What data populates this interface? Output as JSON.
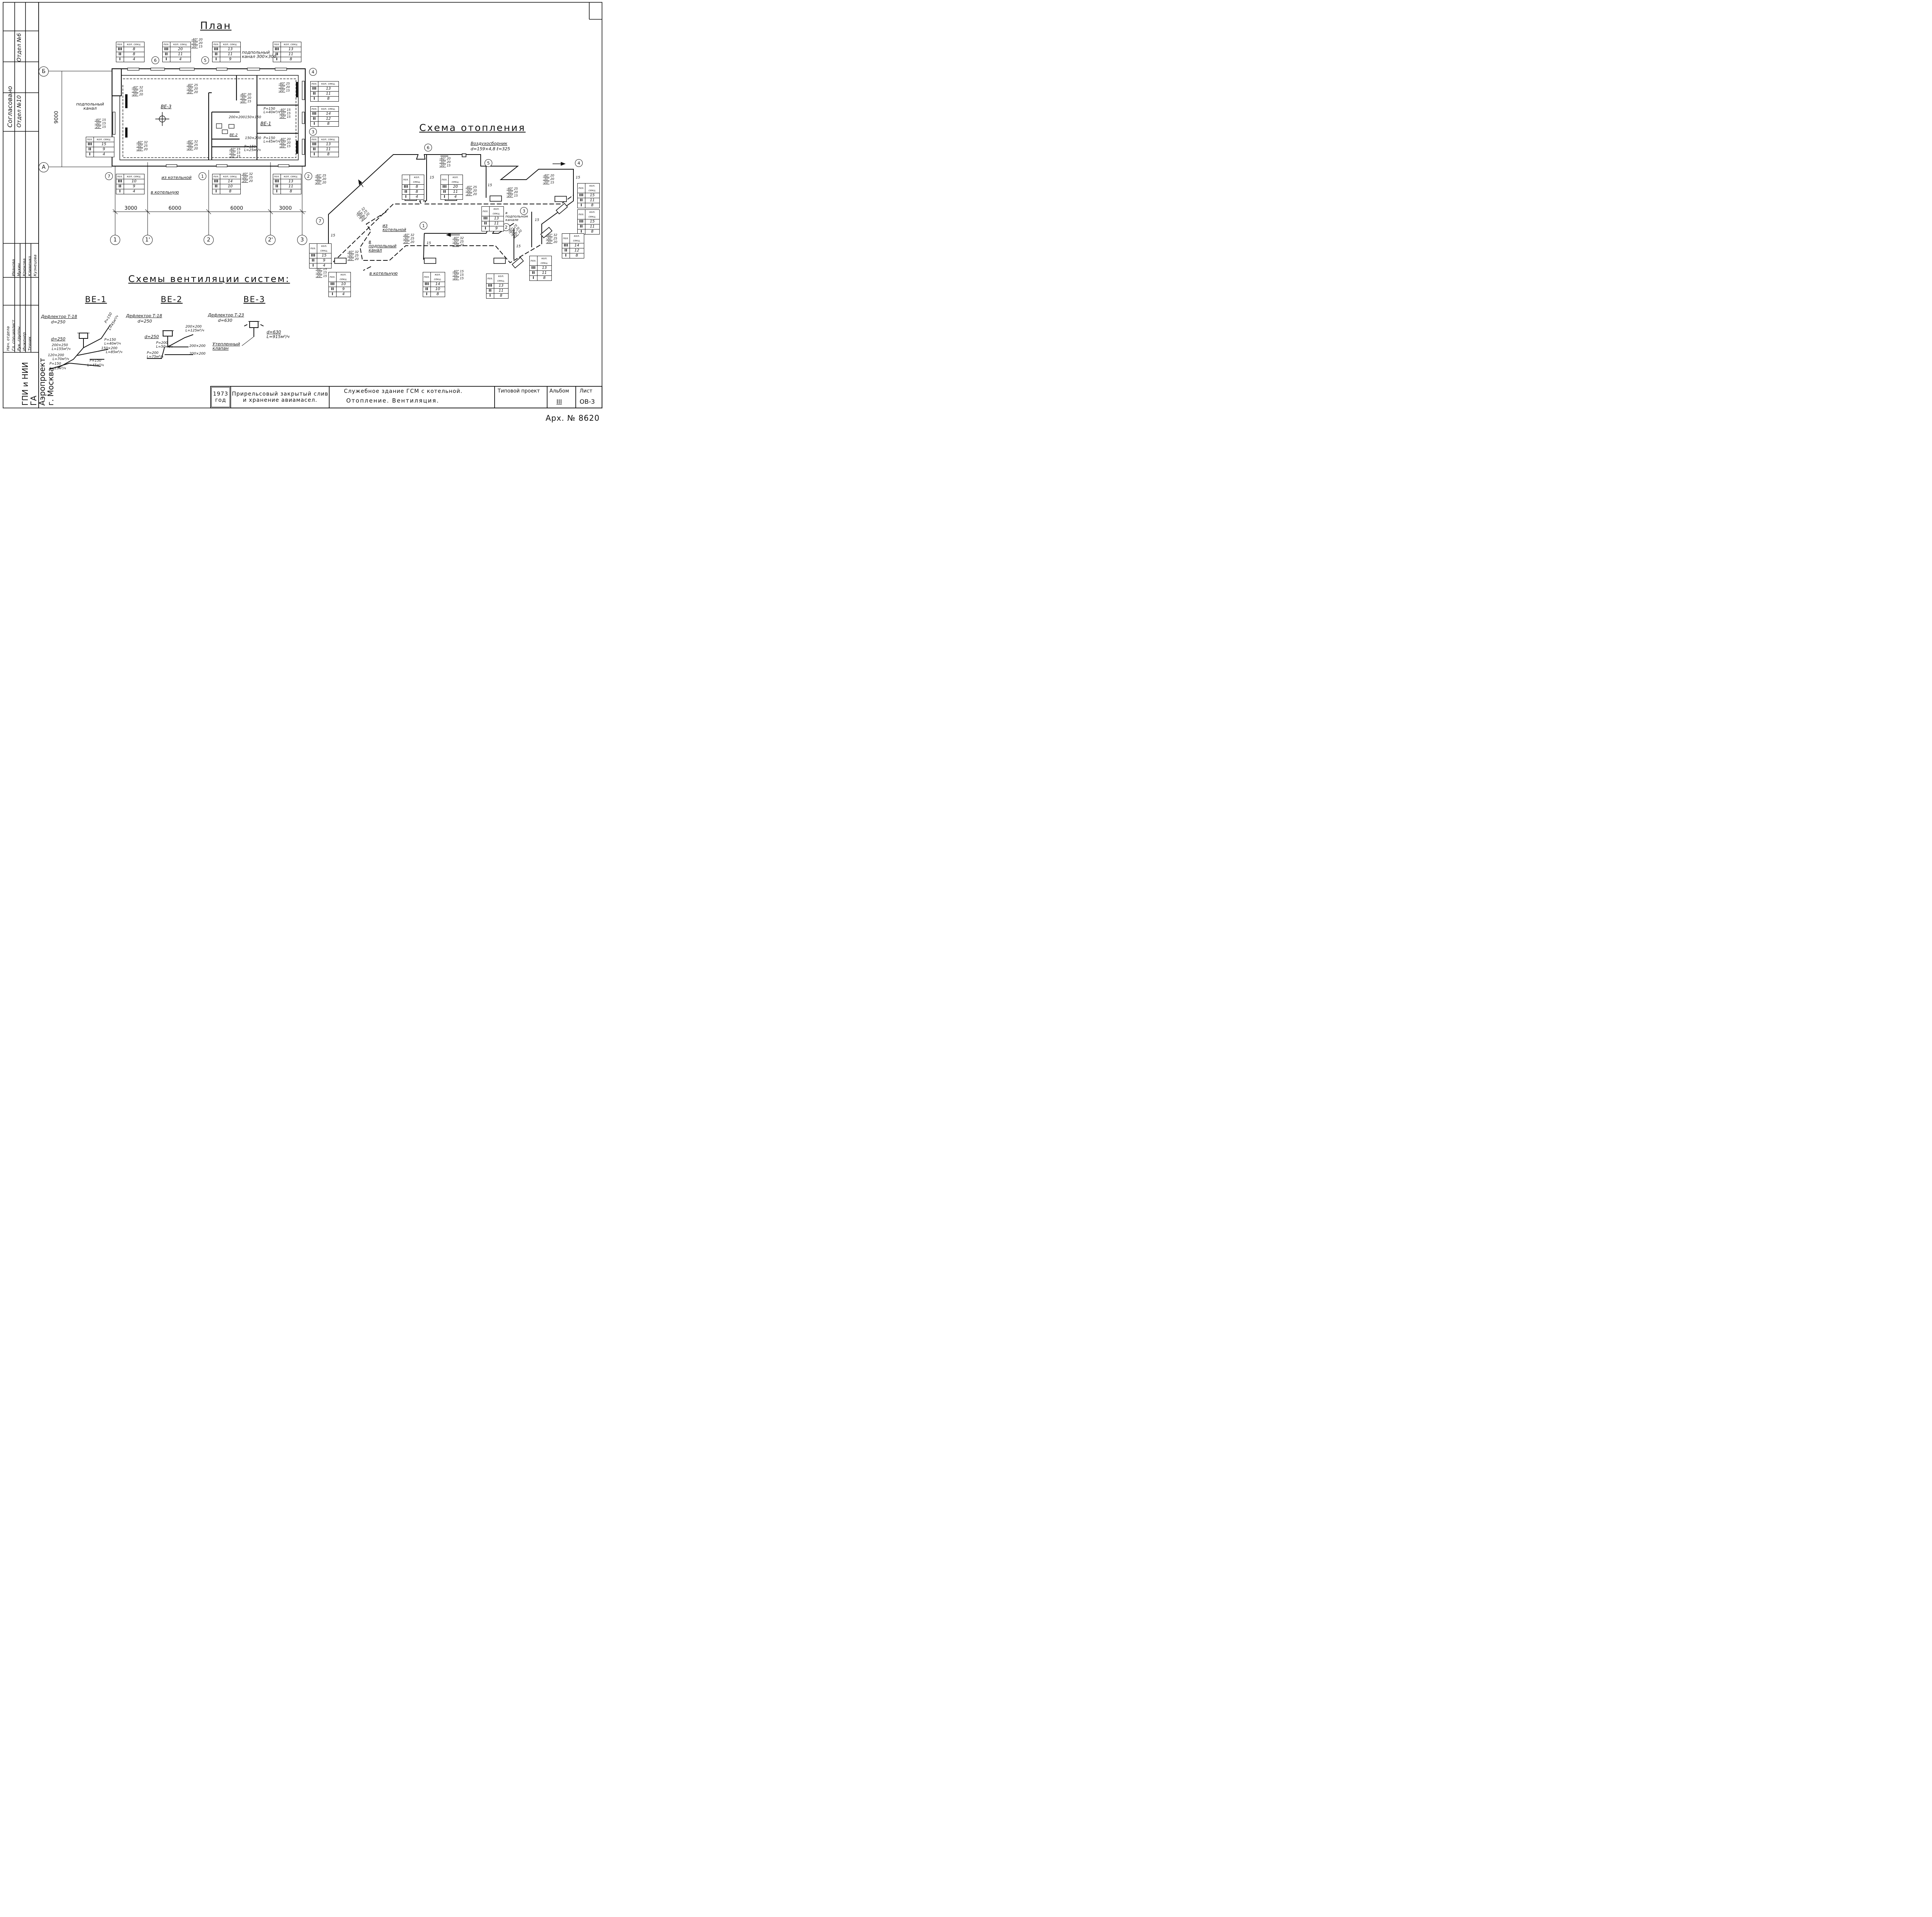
{
  "titles": {
    "plan": "План",
    "heating": "Схема отопления",
    "ventilation": "Схемы вентиляции систем:",
    "be1": "ВЕ-1",
    "be2": "ВЕ-2",
    "be3": "ВЕ-3"
  },
  "axes": {
    "letters": [
      "Б",
      "А"
    ],
    "numbers": [
      "1",
      "1'",
      "2",
      "2'",
      "3"
    ],
    "dims": [
      "3000",
      "6000",
      "6000",
      "3000"
    ],
    "height_dim": "9000"
  },
  "table_header": {
    "col1": "поз.",
    "col2": "кол. секц."
  },
  "plan_tables": [
    {
      "rows": [
        [
          "III",
          "8"
        ],
        [
          "II",
          "8"
        ],
        [
          "I",
          "4"
        ]
      ]
    },
    {
      "rows": [
        [
          "III",
          "20"
        ],
        [
          "II",
          "11"
        ],
        [
          "I",
          "4"
        ]
      ]
    },
    {
      "rows": [
        [
          "III",
          "13"
        ],
        [
          "II",
          "11"
        ],
        [
          "I",
          "9"
        ]
      ]
    },
    {
      "rows": [
        [
          "III",
          "13"
        ],
        [
          "II",
          "11"
        ],
        [
          "I",
          "8"
        ]
      ]
    },
    {
      "rows": [
        [
          "III",
          "13"
        ],
        [
          "II",
          "11"
        ],
        [
          "I",
          "8"
        ]
      ]
    },
    {
      "rows": [
        [
          "III",
          "14"
        ],
        [
          "II",
          "12"
        ],
        [
          "I",
          "8"
        ]
      ]
    },
    {
      "rows": [
        [
          "III",
          "13"
        ],
        [
          "II",
          "11"
        ],
        [
          "I",
          "8"
        ]
      ]
    },
    {
      "rows": [
        [
          "III",
          "15"
        ],
        [
          "II",
          "9"
        ],
        [
          "I",
          "4"
        ]
      ]
    },
    {
      "rows": [
        [
          "III",
          "10"
        ],
        [
          "II",
          "9"
        ],
        [
          "I",
          "4"
        ]
      ]
    },
    {
      "rows": [
        [
          "III",
          "14"
        ],
        [
          "II",
          "10"
        ],
        [
          "I",
          "8"
        ]
      ]
    },
    {
      "rows": [
        [
          "III",
          "13"
        ],
        [
          "II",
          "11"
        ],
        [
          "I",
          "8"
        ]
      ]
    }
  ],
  "scheme_tables": [
    {
      "rows": [
        [
          "III",
          "8"
        ],
        [
          "II",
          "8"
        ],
        [
          "I",
          "4"
        ]
      ]
    },
    {
      "rows": [
        [
          "III",
          "20"
        ],
        [
          "II",
          "11"
        ],
        [
          "I",
          "4"
        ]
      ]
    },
    {
      "rows": [
        [
          "III",
          "13"
        ],
        [
          "II",
          "11"
        ],
        [
          "I",
          "9"
        ]
      ]
    },
    {
      "rows": [
        [
          "III",
          "13"
        ],
        [
          "II",
          "11"
        ],
        [
          "I",
          "8"
        ]
      ]
    },
    {
      "rows": [
        [
          "III",
          "15"
        ],
        [
          "II",
          "11"
        ],
        [
          "I",
          "8"
        ]
      ]
    },
    {
      "rows": [
        [
          "III",
          "14"
        ],
        [
          "II",
          "12"
        ],
        [
          "I",
          "8"
        ]
      ]
    },
    {
      "rows": [
        [
          "III",
          "13"
        ],
        [
          "II",
          "11"
        ],
        [
          "I",
          "8"
        ]
      ]
    },
    {
      "rows": [
        [
          "III",
          "15"
        ],
        [
          "II",
          "9"
        ],
        [
          "I",
          "4"
        ]
      ]
    },
    {
      "rows": [
        [
          "III",
          "10"
        ],
        [
          "II",
          "9"
        ],
        [
          "I",
          "4"
        ]
      ]
    },
    {
      "rows": [
        [
          "III",
          "14"
        ],
        [
          "II",
          "10"
        ],
        [
          "I",
          "8"
        ]
      ]
    },
    {
      "rows": [
        [
          "III",
          "13"
        ],
        [
          "II",
          "11"
        ],
        [
          "I",
          "8"
        ]
      ]
    }
  ],
  "temps": {
    "a": [
      [
        "-40°",
        "20"
      ],
      [
        "-30°",
        "20"
      ],
      [
        "-20°",
        "15"
      ]
    ],
    "b": [
      [
        "-40°",
        "32"
      ],
      [
        "-30°",
        "25"
      ],
      [
        "-20°",
        "20"
      ]
    ],
    "c": [
      [
        "-40°",
        "25"
      ],
      [
        "-30°",
        "20"
      ],
      [
        "-20°",
        "15"
      ]
    ],
    "d": [
      [
        "-40°",
        "15"
      ],
      [
        "-30°",
        "15"
      ],
      [
        "-20°",
        "15"
      ]
    ],
    "e": [
      [
        "-40°",
        "25"
      ],
      [
        "-30°",
        "20"
      ],
      [
        "-20°",
        "20"
      ]
    ]
  },
  "plan_notes": {
    "underfloor_channel": "подпольный канал",
    "underfloor_channel_size": "подпольный канал 300×300",
    "from_boiler": "из котельной",
    "to_boiler": "в котельную",
    "be3": "ВЕ-3",
    "be1": "ВЕ-1",
    "be2": "ВЕ-2",
    "duct": "200×200",
    "p150_1": "Р=150 L=40м³/ч",
    "p150_2": "Р=150 L=45м³/ч",
    "p150_3": "Р=150 L=25м³/ч",
    "p150_4": "Р=150 L=45м³/ч",
    "d150": "150×150",
    "d150b": "150×200"
  },
  "scheme_notes": {
    "air_vent": "Воздухосборник",
    "air_vent_size": "d=159×4,8  ℓ=325",
    "from_boiler": "из котельной",
    "to_channel": "в подпольном канале",
    "to_channel2": "в подпольный канал",
    "to_boiler": "в котельную",
    "riser": "15"
  },
  "vent": {
    "be1": {
      "deflector": "Дефлектор Т-18",
      "d1": "d=250",
      "d2": "d=250",
      "a": "200×250",
      "a_l": "L=155м³/ч",
      "b": "120×200",
      "b_l": "L=70м³/ч",
      "c": "Р=150",
      "c_l": "L=25м³/ч",
      "d": "Р=150",
      "d_l": "L=45м³/ч",
      "e": "Р=150",
      "e_l": "L=40м³/ч",
      "f": "150×200",
      "f_l": "L=85м³/ч",
      "g": "Р=150",
      "g_l": "L=45м³/ч"
    },
    "be2": {
      "deflector": "Дефлектор Т-18",
      "d1": "d=250",
      "d2": "d=250",
      "a": "200×200",
      "a_l": "L=125м³/ч",
      "b": "Р=200",
      "b_l": "L=50м³/ч",
      "c": "Р=200",
      "c_l": "L=75м³/ч",
      "d": "200×200",
      "e": "200×200"
    },
    "be3": {
      "deflector": "Дефлектор Т-23",
      "d1": "d=630",
      "d2": "d=630",
      "d2_l": "L=915м³/ч",
      "valve": "Утепленный клапан"
    }
  },
  "side_stamp": {
    "agreed": "Согласовано",
    "dept10": "Отдел №10",
    "dept6": "Отдел №6",
    "dept_head": "Нач. отдела",
    "gip": "Гл. специалист",
    "group_head": "Рук. группы",
    "engineer": "Инженер",
    "tech": "Техник",
    "name1": "Иванова",
    "name2": "Мухин",
    "name3": "Крюкова",
    "name4": "Клименко",
    "name5": "Кузнецова",
    "org": "ГПИ и НИИ ГА Аэропроект г. Москва"
  },
  "title_block": {
    "year": "1973 год",
    "project": "Прирельсовый закрытый слив и хранение авиамасел.",
    "building": "Служебное здание ГСМ с котельной.",
    "sheet_name": "Отопление. Вентиляция.",
    "type_project": "Типовой проект",
    "album_label": "Альбом",
    "album_value": "III",
    "sheet_label": "Лист",
    "sheet_value": "ОВ-3"
  },
  "archive": "Арх. № 8620"
}
